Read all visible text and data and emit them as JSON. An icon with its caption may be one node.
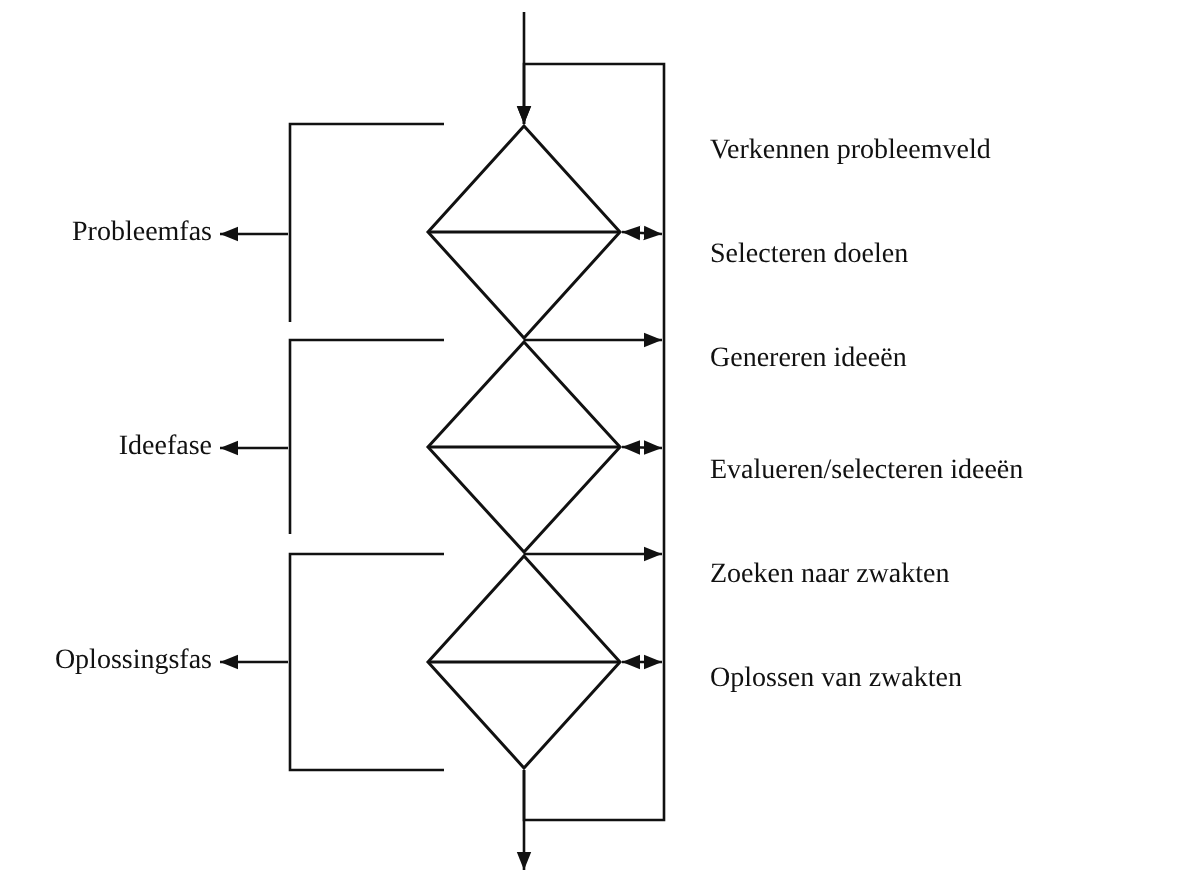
{
  "diagram": {
    "nodes": [
      {
        "text": [
          "Probleemfas"
        ]
      },
      {
        "text": [
          "Ideefase"
        ]
      },
      {
        "text": [
          "Oplossingsfas"
        ]
      },
      {
        "text": [],
        "shape": "diamond"
      },
      {
        "text": [],
        "shape": "diamond"
      },
      {
        "text": [],
        "shape": "diamond"
      },
      {
        "text": [],
        "shape": "bracket"
      },
      {
        "text": [],
        "shape": "bracket"
      },
      {
        "text": [],
        "shape": "bracket"
      }
    ],
    "edges": [
      {
        "from": null,
        "to": 3,
        "arrow": "to"
      },
      {
        "from": 5,
        "to": 3,
        "arrow": "to"
      },
      {
        "from": 5,
        "to": null,
        "arrow": "to"
      },
      {
        "from": 3,
        "to": null,
        "arrow": "both"
      },
      {
        "from": 3,
        "to": null,
        "arrow": "to"
      },
      {
        "from": 4,
        "to": null,
        "arrow": "both"
      },
      {
        "from": 4,
        "to": null,
        "arrow": "to"
      },
      {
        "from": 5,
        "to": null,
        "arrow": "both"
      },
      {
        "from": 6,
        "to": 0,
        "arrow": "to"
      },
      {
        "from": 7,
        "to": 1,
        "arrow": "to"
      },
      {
        "from": 8,
        "to": 2,
        "arrow": "to"
      }
    ],
    "labels": [
      "Verkennen probleemveld",
      "Selecteren doelen",
      "Genereren ideeën",
      "Evalueren/selecteren ideeën",
      "Zoeken naar zwakten",
      "Oplossen van zwakten"
    ]
  }
}
